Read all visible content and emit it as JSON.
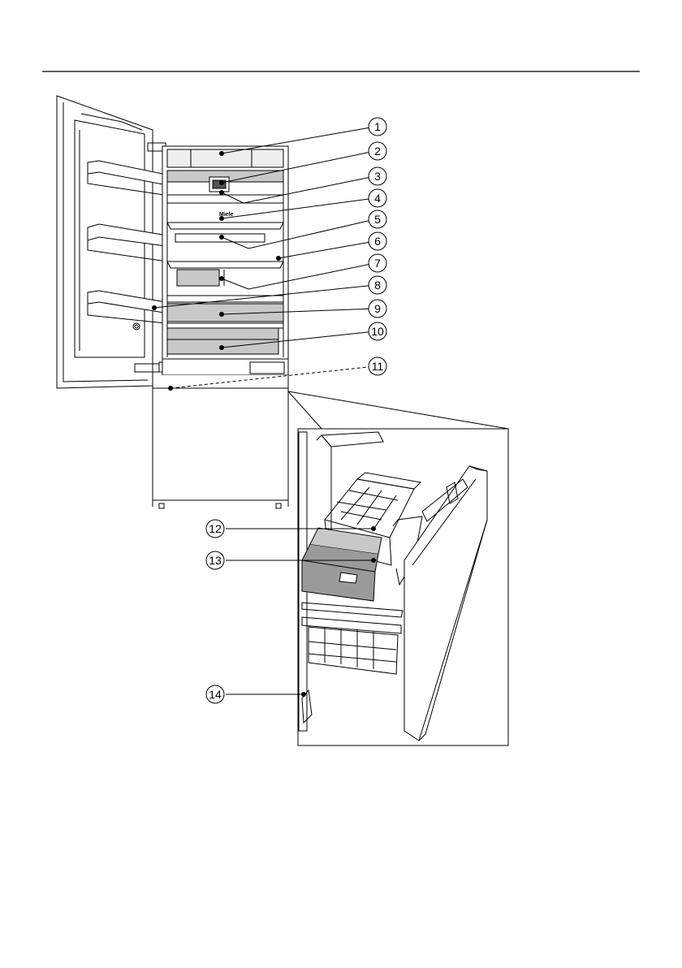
{
  "logo": {
    "text": "Miele"
  },
  "callouts": [
    {
      "id": 1,
      "label": "1"
    },
    {
      "id": 2,
      "label": "2"
    },
    {
      "id": 3,
      "label": "3"
    },
    {
      "id": 4,
      "label": "4"
    },
    {
      "id": 5,
      "label": "5"
    },
    {
      "id": 6,
      "label": "6"
    },
    {
      "id": 7,
      "label": "7"
    },
    {
      "id": 8,
      "label": "8"
    },
    {
      "id": 9,
      "label": "9"
    },
    {
      "id": 10,
      "label": "10"
    },
    {
      "id": 11,
      "label": "11"
    },
    {
      "id": 12,
      "label": "12"
    },
    {
      "id": 13,
      "label": "13"
    },
    {
      "id": 14,
      "label": "14"
    }
  ],
  "colors": {
    "line": "#000000",
    "panel_gray": "#c8c8c8",
    "dark_gray": "#8c8c8c",
    "background": "#ffffff"
  }
}
